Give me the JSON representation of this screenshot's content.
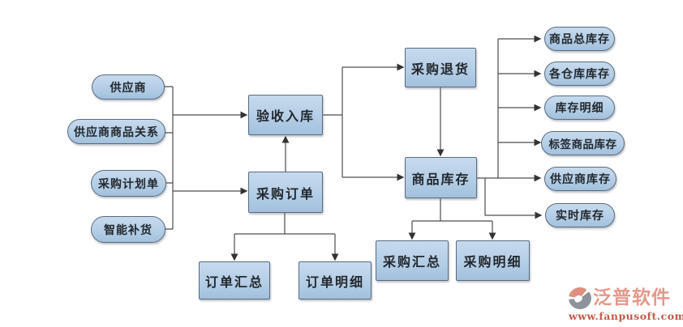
{
  "diagram": {
    "title": "purchase-inventory-flowchart",
    "nodes": {
      "supplier": {
        "label": "供应商",
        "shape": "pill"
      },
      "supplier_product_relation": {
        "label": "供应商商品关系",
        "shape": "pill"
      },
      "purchase_plan": {
        "label": "采购计划单",
        "shape": "pill"
      },
      "smart_replenishment": {
        "label": "智能补货",
        "shape": "pill"
      },
      "acceptance_inbound": {
        "label": "验收入库",
        "shape": "box"
      },
      "purchase_order": {
        "label": "采购订单",
        "shape": "box"
      },
      "order_summary": {
        "label": "订单汇总",
        "shape": "box"
      },
      "order_detail": {
        "label": "订单明细",
        "shape": "box"
      },
      "purchase_return": {
        "label": "采购退货",
        "shape": "box"
      },
      "product_inventory": {
        "label": "商品库存",
        "shape": "box"
      },
      "purchase_summary": {
        "label": "采购汇总",
        "shape": "box"
      },
      "purchase_detail": {
        "label": "采购明细",
        "shape": "box"
      },
      "total_product_inventory": {
        "label": "商品总库存",
        "shape": "pill"
      },
      "warehouse_inventory": {
        "label": "各仓库库存",
        "shape": "pill"
      },
      "inventory_detail": {
        "label": "库存明细",
        "shape": "pill"
      },
      "tagged_product_inventory": {
        "label": "标签商品库存",
        "shape": "pill"
      },
      "supplier_inventory": {
        "label": "供应商库存",
        "shape": "pill"
      },
      "realtime_inventory": {
        "label": "实时库存",
        "shape": "pill"
      }
    },
    "edges": [
      {
        "from": "supplier,supplier_product_relation,purchase_plan,smart_replenishment",
        "to": "acceptance_inbound"
      },
      {
        "from": "supplier,supplier_product_relation,purchase_plan,smart_replenishment",
        "to": "purchase_order"
      },
      {
        "from": "purchase_order",
        "to": "acceptance_inbound"
      },
      {
        "from": "purchase_order",
        "to": "order_summary"
      },
      {
        "from": "purchase_order",
        "to": "order_detail"
      },
      {
        "from": "acceptance_inbound",
        "to": "purchase_return"
      },
      {
        "from": "acceptance_inbound",
        "to": "product_inventory"
      },
      {
        "from": "purchase_return",
        "to": "product_inventory"
      },
      {
        "from": "product_inventory",
        "to": "purchase_summary"
      },
      {
        "from": "product_inventory",
        "to": "purchase_detail"
      },
      {
        "from": "product_inventory",
        "to": "total_product_inventory"
      },
      {
        "from": "product_inventory",
        "to": "warehouse_inventory"
      },
      {
        "from": "product_inventory",
        "to": "inventory_detail"
      },
      {
        "from": "product_inventory",
        "to": "tagged_product_inventory"
      },
      {
        "from": "product_inventory",
        "to": "supplier_inventory"
      },
      {
        "from": "product_inventory",
        "to": "realtime_inventory"
      }
    ],
    "colors": {
      "node_fill_top": "#c7daee",
      "node_fill_bottom": "#a2c1dd",
      "node_border": "#5a6b7d",
      "edge_line": "#4d4d4d",
      "text": "#23282e",
      "background": "#ffffff"
    }
  },
  "logo": {
    "brand": "泛普软件",
    "url": "www.fanpusoft.com",
    "brand_color": "#e5988a",
    "url_color": "#c65a49",
    "icon_gray": "#8e939b",
    "icon_salmon": "#df907e"
  }
}
